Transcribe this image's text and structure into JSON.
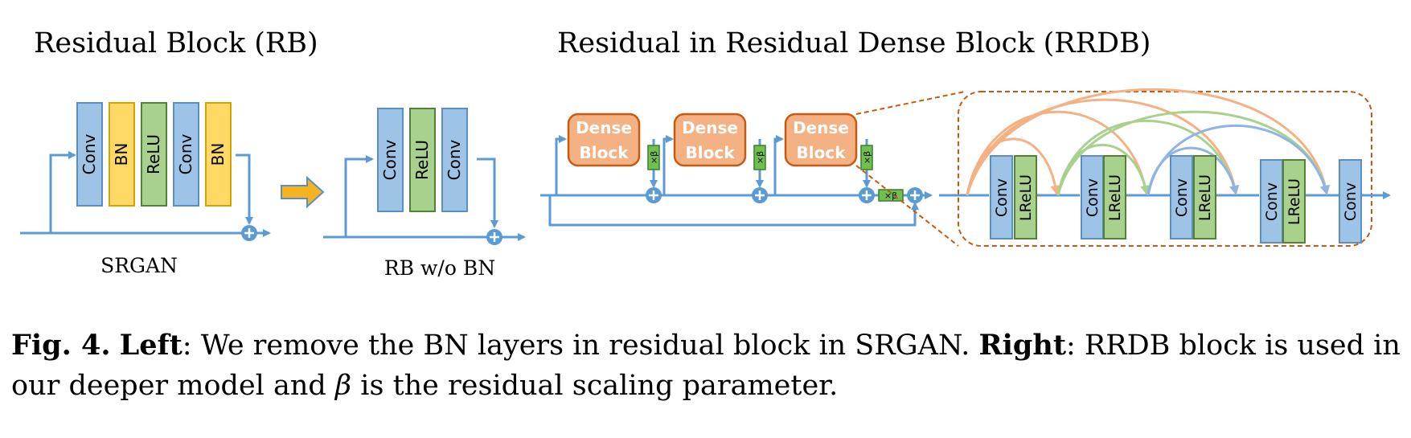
{
  "titles": {
    "left": "Residual Block (RB)",
    "right": "Residual in Residual Dense Block (RRDB)"
  },
  "labels": {
    "srgan": "SRGAN",
    "rb_wo_bn": "RB w/o BN"
  },
  "layers": {
    "conv": "Conv",
    "bn": "BN",
    "relu": "ReLU",
    "lrelu": "LReLU"
  },
  "dense_block": {
    "line1": "Dense",
    "line2": "Block"
  },
  "scale": {
    "beta": "×β",
    "plus": "+"
  },
  "colors": {
    "conv_fill": "#9dc3e6",
    "conv_stroke": "#5b8fc4",
    "bn_fill": "#ffd966",
    "bn_stroke": "#d6a400",
    "relu_fill": "#a9d18e",
    "relu_stroke": "#548235",
    "dense_fill": "#f4b183",
    "dense_stroke": "#c55a11",
    "line": "#5b9bd5",
    "beta_fill": "#70c050",
    "arrow_orange": "#f4b183",
    "arrow_green": "#a9d18e",
    "arrow_blue": "#8fb4e3",
    "transition_arrow": "#f5b324"
  },
  "caption": {
    "fig": "Fig. 4.",
    "left_label": "Left",
    "left_text": ": We remove the BN layers in residual block in SRGAN. ",
    "right_label": "Right",
    "right_text_1": ": RRDB block is used in our deeper model and ",
    "beta_symbol": "β",
    "right_text_2": " is the residual scaling parameter."
  }
}
